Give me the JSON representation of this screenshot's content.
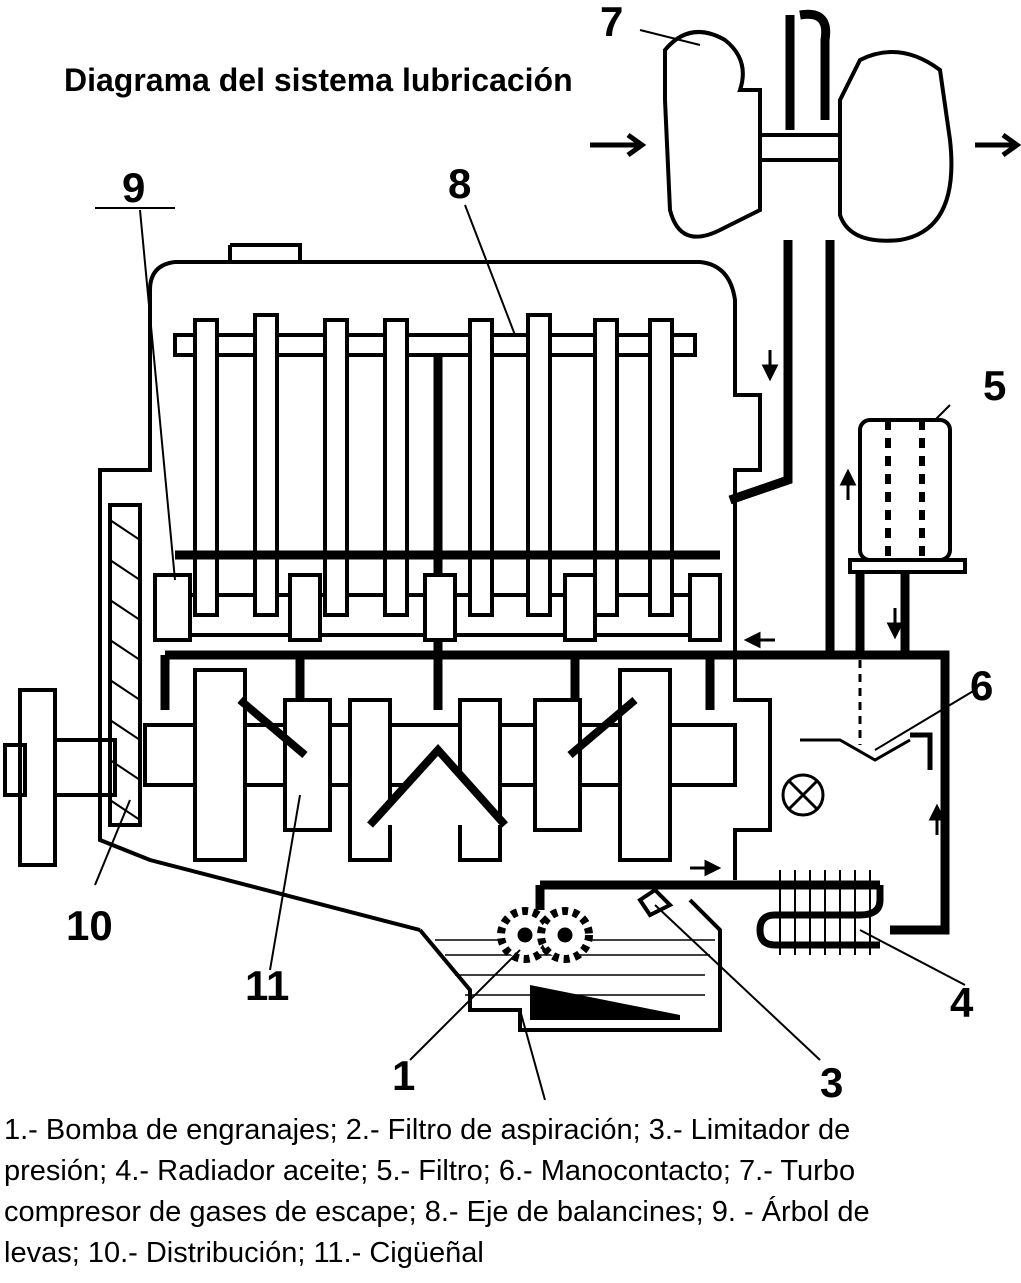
{
  "title": "Diagrama del sistema lubricación",
  "callouts": [
    {
      "key": "pump",
      "num": "1"
    },
    {
      "key": "relief_valve",
      "num": "3"
    },
    {
      "key": "oil_cooler",
      "num": "4"
    },
    {
      "key": "filter",
      "num": "5"
    },
    {
      "key": "pressure_switch",
      "num": "6"
    },
    {
      "key": "turbo",
      "num": "7"
    },
    {
      "key": "rocker_shaft",
      "num": "8"
    },
    {
      "key": "camshaft",
      "num": "9"
    },
    {
      "key": "timing",
      "num": "10"
    },
    {
      "key": "crankshaft",
      "num": "11"
    }
  ],
  "legend": {
    "line1": "1.- Bomba de engranajes; 2.- Filtro de aspiración; 3.- Limitador de",
    "line2": "presión; 4.- Radiador aceite; 5.- Filtro; 6.- Manocontacto; 7.- Turbo",
    "line3": "compresor de gases de escape; 8.- Eje de balancines; 9. - Árbol de",
    "line4": "levas; 10.- Distribución; 11.- Cigüeñal"
  },
  "colors": {
    "ink": "#000000",
    "paper": "#ffffff"
  }
}
